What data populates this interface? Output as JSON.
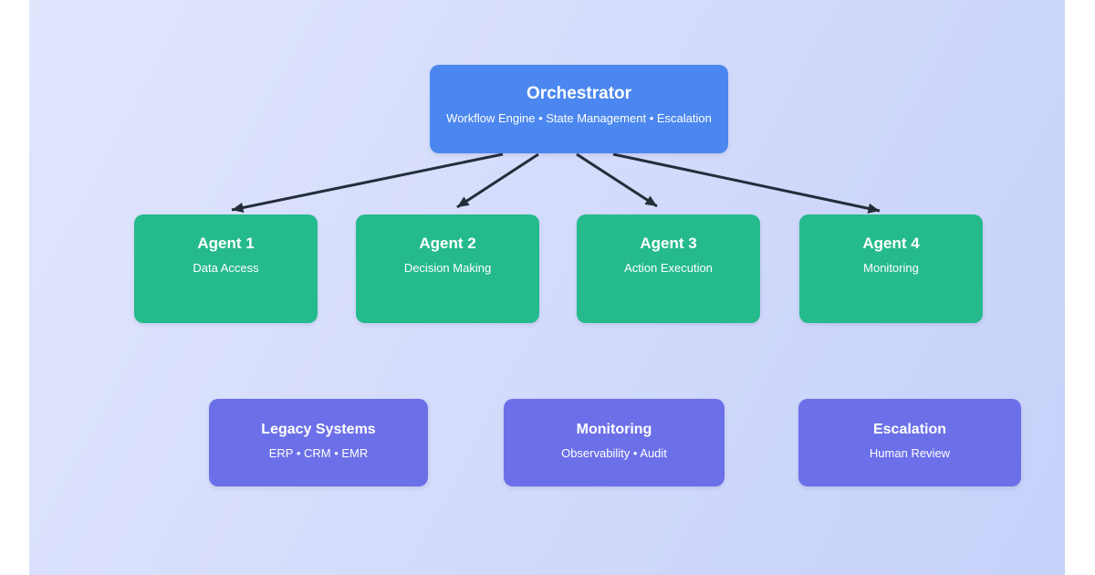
{
  "diagram": {
    "orchestrator": {
      "title": "Orchestrator",
      "subtitle": "Workflow Engine • State Management • Escalation"
    },
    "agents": [
      {
        "title": "Agent 1",
        "subtitle": "Data Access"
      },
      {
        "title": "Agent 2",
        "subtitle": "Decision Making"
      },
      {
        "title": "Agent 3",
        "subtitle": "Action Execution"
      },
      {
        "title": "Agent 4",
        "subtitle": "Monitoring"
      }
    ],
    "systems": [
      {
        "title": "Legacy Systems",
        "subtitle": "ERP • CRM • EMR"
      },
      {
        "title": "Monitoring",
        "subtitle": "Observability • Audit"
      },
      {
        "title": "Escalation",
        "subtitle": "Human Review"
      }
    ],
    "connections": [
      {
        "from": "Orchestrator",
        "to": "Agent 1"
      },
      {
        "from": "Orchestrator",
        "to": "Agent 2"
      },
      {
        "from": "Orchestrator",
        "to": "Agent 3"
      },
      {
        "from": "Orchestrator",
        "to": "Agent 4"
      }
    ],
    "colors": {
      "orchestrator": "#4b87ef",
      "agent": "#25ba8c",
      "system": "#6c70e8",
      "arrow": "#242e3b",
      "text": "#ffffff",
      "background_from": "#e1e6fd",
      "background_to": "#c6d1fa"
    }
  }
}
